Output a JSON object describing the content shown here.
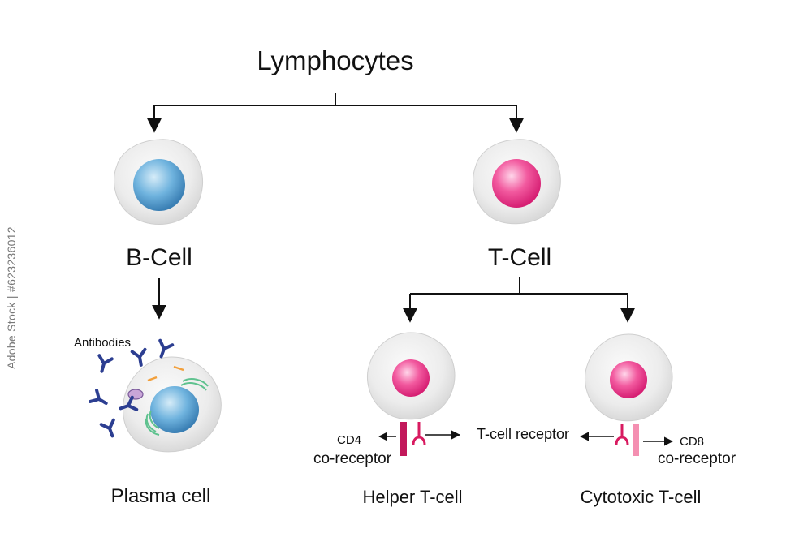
{
  "title": "Lymphocytes",
  "nodes": {
    "b_cell": "B-Cell",
    "t_cell": "T-Cell",
    "plasma_cell": "Plasma cell",
    "helper_t_cell": "Helper T-cell",
    "cytotoxic_t_cell": "Cytotoxic T-cell"
  },
  "annotations": {
    "antibodies": "Antibodies",
    "cd4": "CD4",
    "cd4_co_receptor": "co-receptor",
    "t_cell_receptor": "T-cell receptor",
    "cd8": "CD8",
    "cd8_co_receptor": "co-receptor"
  },
  "watermark": "Adobe Stock | #623236012",
  "colors": {
    "b_nucleus": "#5aa6d6",
    "t_nucleus": "#ec3f8f",
    "cd4_bar": "#c2185b",
    "cd8_bar": "#f48fb1",
    "receptor": "#d81b60",
    "antibody": "#2c3e91",
    "cell_body": "#e9e9e9"
  }
}
